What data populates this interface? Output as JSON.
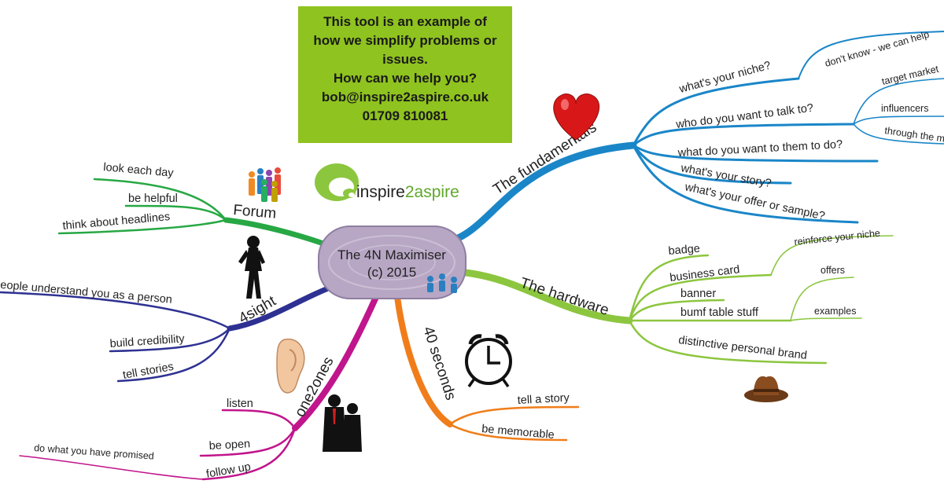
{
  "info_box": {
    "lines": [
      "This tool is an example of",
      "how we simplify problems or",
      "issues.",
      "How can we help you?",
      "bob@inspire2aspire.co.uk",
      "01709 810081"
    ]
  },
  "logo": {
    "text_dark": "inspire",
    "text_green": "2aspire"
  },
  "central": {
    "line1": "The 4N Maximiser",
    "line2": "(c) 2015"
  },
  "branches": {
    "fundamentals": {
      "label": "The fundamentals",
      "color": "#1a86c8",
      "items": {
        "niche": "what's your niche?",
        "niche_sub": "don't know - we can help",
        "talk": "who do you want to talk to?",
        "talk_subs": [
          "target market",
          "influencers",
          "through the m"
        ],
        "do": "what do you want to them to do?",
        "story": "what's your story?",
        "offer": "what's your offer or sample?"
      }
    },
    "hardware": {
      "label": "The hardware",
      "color": "#8cc63f",
      "items": {
        "badge": "badge",
        "card": "business card",
        "card_sub": "reinforce your niche",
        "banner": "banner",
        "bumf": "bumf table stuff",
        "bumf_subs": [
          "offers",
          "examples"
        ],
        "brand": "distinctive personal brand"
      }
    },
    "seconds": {
      "label": "40 seconds",
      "color": "#f07d1a",
      "items": [
        "tell a story",
        "be memorable"
      ]
    },
    "one2ones": {
      "label": "one2ones",
      "color": "#c0158c",
      "items": {
        "listen": "listen",
        "open": "be open",
        "follow": "follow up",
        "follow_sub": "do what you have promised"
      }
    },
    "foursight": {
      "label": "4sight",
      "color": "#2e3192",
      "items": [
        "people understand you as a person",
        "build credibility",
        "tell stories"
      ]
    },
    "forum": {
      "label": "Forum",
      "color": "#27a844",
      "items": [
        "look each day",
        "be helpful",
        "think about headlines"
      ]
    }
  },
  "icons": [
    "heart-icon",
    "people-group-icon",
    "woman-silhouette-icon",
    "ear-icon",
    "business-people-icon",
    "alarm-clock-icon",
    "cowboy-hat-icon",
    "small-people-icon"
  ]
}
